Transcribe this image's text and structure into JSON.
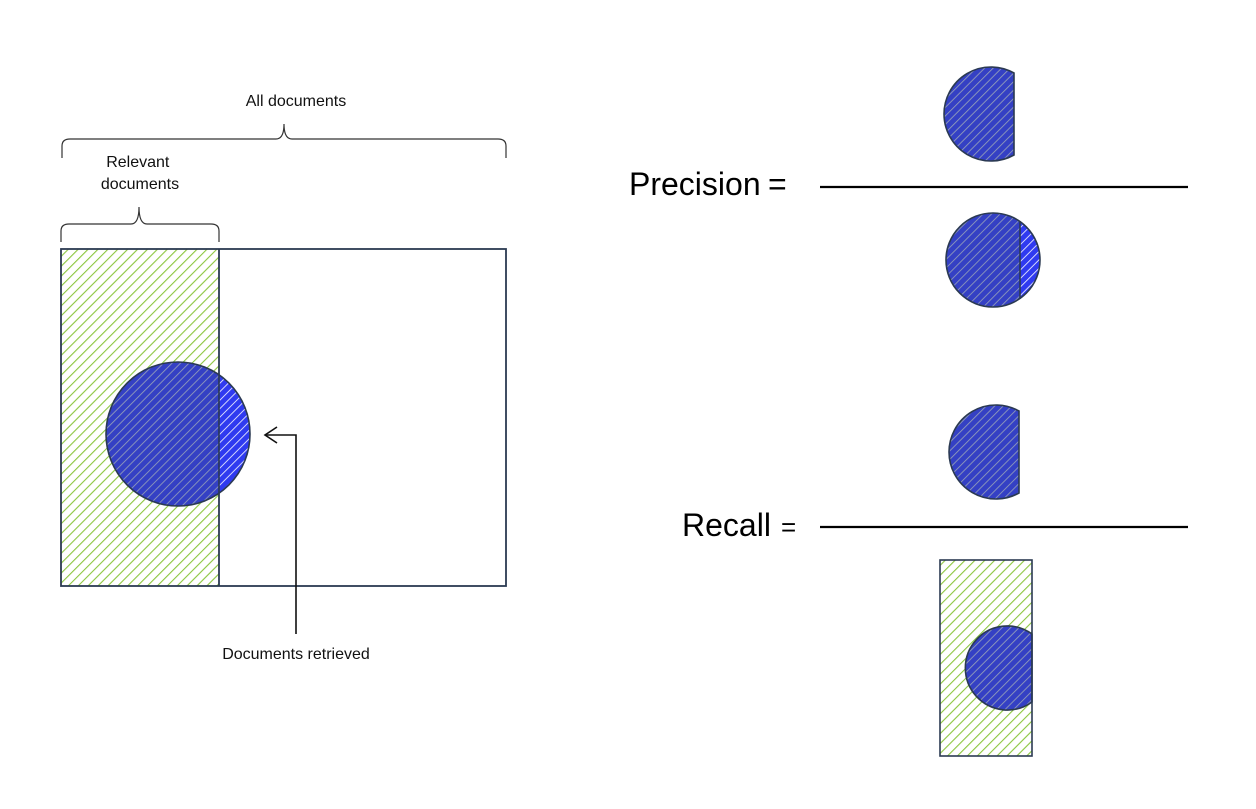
{
  "labels": {
    "all_documents": "All documents",
    "relevant_line1": "Relevant",
    "relevant_line2": "documents",
    "documents_retrieved": "Documents retrieved",
    "precision_word": "Precision",
    "recall_word": "Recall",
    "equals": "="
  },
  "colors": {
    "outline": "#2b3a52",
    "relevant_hatch": "#8cc63f",
    "retrieved_fill": "#3440c4",
    "retrieved_hatch": "#9aa4b8",
    "non_relevant_retrieved_fill": "#2f3af0",
    "non_relevant_retrieved_hatch": "#ffffff",
    "fraction_line": "#000000"
  }
}
